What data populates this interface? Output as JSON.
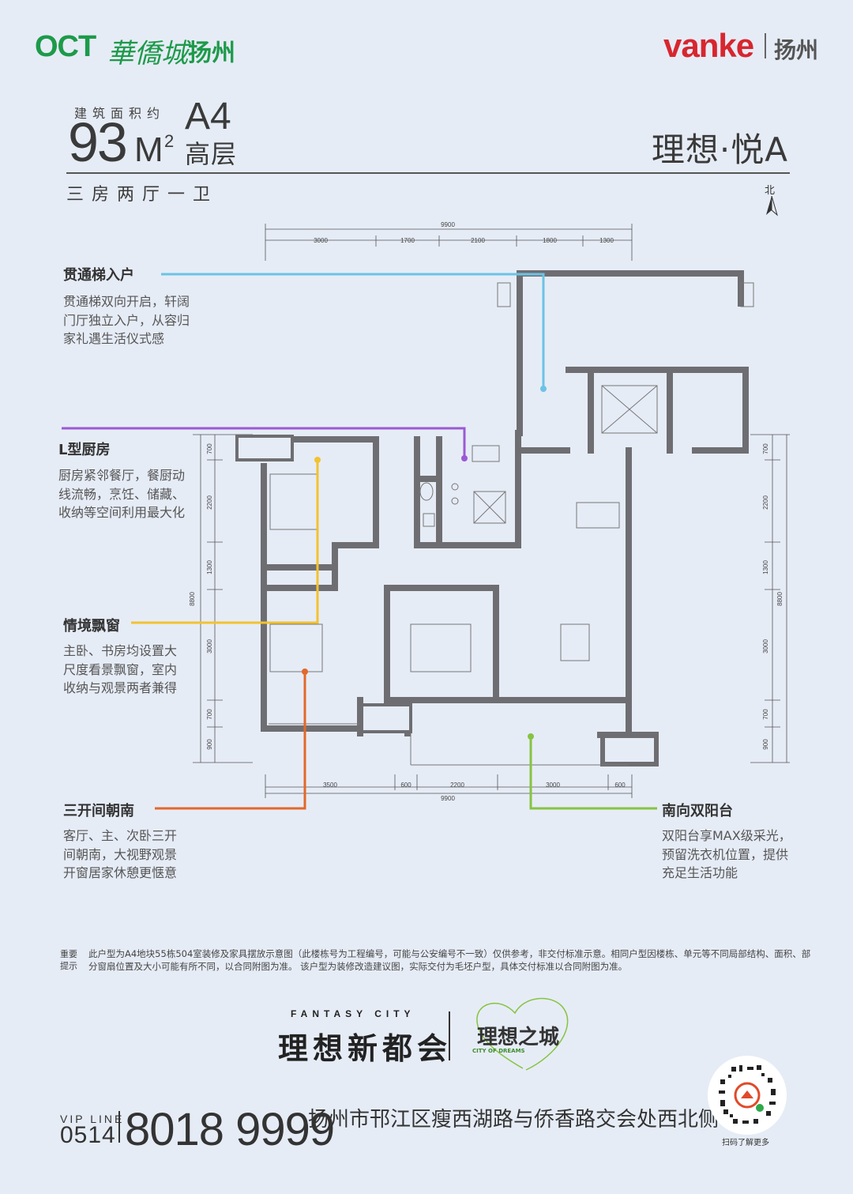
{
  "header": {
    "oct_logo": "OCT",
    "hqc_logo": "華僑城",
    "city_left": "扬州",
    "vanke_logo": "vanke",
    "city_right": "扬州"
  },
  "unit": {
    "area_label": "建筑面积约",
    "area_number": "93",
    "area_unit": "M",
    "area_sup": "2",
    "type_code": "A4",
    "floor_type": "高层",
    "series": "理想·悦A",
    "layout": "三房两厅一卫",
    "north_label": "北"
  },
  "features": [
    {
      "title": "贯通梯入户",
      "lines": [
        "贯通梯双向开启，轩阔",
        "门厅独立入户，从容归",
        "家礼遇生活仪式感"
      ],
      "color": "#6cc3e6"
    },
    {
      "title": "L型厨房",
      "lines": [
        "厨房紧邻餐厅，餐厨动",
        "线流畅，烹饪、储藏、",
        "收纳等空间利用最大化"
      ],
      "color": "#9b59d4"
    },
    {
      "title": "情境飘窗",
      "lines": [
        "主卧、书房均设置大",
        "尺度看景飘窗，室内",
        "收纳与观景两者兼得"
      ],
      "color": "#f2c230"
    },
    {
      "title": "三开间朝南",
      "lines": [
        "客厅、主、次卧三开",
        "间朝南，大视野观景",
        "开窗居家休憩更惬意"
      ],
      "color": "#e2692a"
    },
    {
      "title": "南向双阳台",
      "lines": [
        "双阳台享MAX级采光，",
        "预留洗衣机位置，提供",
        "充足生活功能"
      ],
      "color": "#86c441"
    }
  ],
  "dimensions": {
    "top_total": "9900",
    "top_segments": [
      "3000",
      "1700",
      "2100",
      "1800",
      "1300"
    ],
    "bottom_total": "9900",
    "bottom_segments": [
      "3500",
      "600",
      "2200",
      "3000",
      "600"
    ],
    "left_total": "8800",
    "left_segments": [
      "700",
      "2200",
      "1300",
      "3000",
      "700",
      "900"
    ],
    "right_total": "8800",
    "right_segments": [
      "700",
      "2200",
      "1300",
      "3000",
      "700",
      "900"
    ]
  },
  "disclaimer": {
    "label": "重要提示",
    "text": "此户型为A4地块55栋504室装修及家具摆放示意图（此楼栋号为工程编号，可能与公安编号不一致）仅供参考，非交付标准示意。相同户型因楼栋、单元等不同局部结构、面积、部分窗扇位置及大小可能有所不同，以合同附图为准。 该户型为装修改造建议图，实际交付为毛坯户型，具体交付标准以合同附图为准。"
  },
  "brand": {
    "fantasy_city_en": "FANTASY CITY",
    "fantasy_city_cn": "理想新都会",
    "city_of_dreams_cn": "理想之城",
    "city_of_dreams_en": "CITY OF DREAMS"
  },
  "footer": {
    "vip_label": "VIP LINE",
    "area_code": "0514",
    "phone": "8018 9999",
    "address": "扬州市邗江区瘦西湖路与侨香路交会处西北侧",
    "legal": "",
    "qr_caption": "扫码了解更多"
  }
}
